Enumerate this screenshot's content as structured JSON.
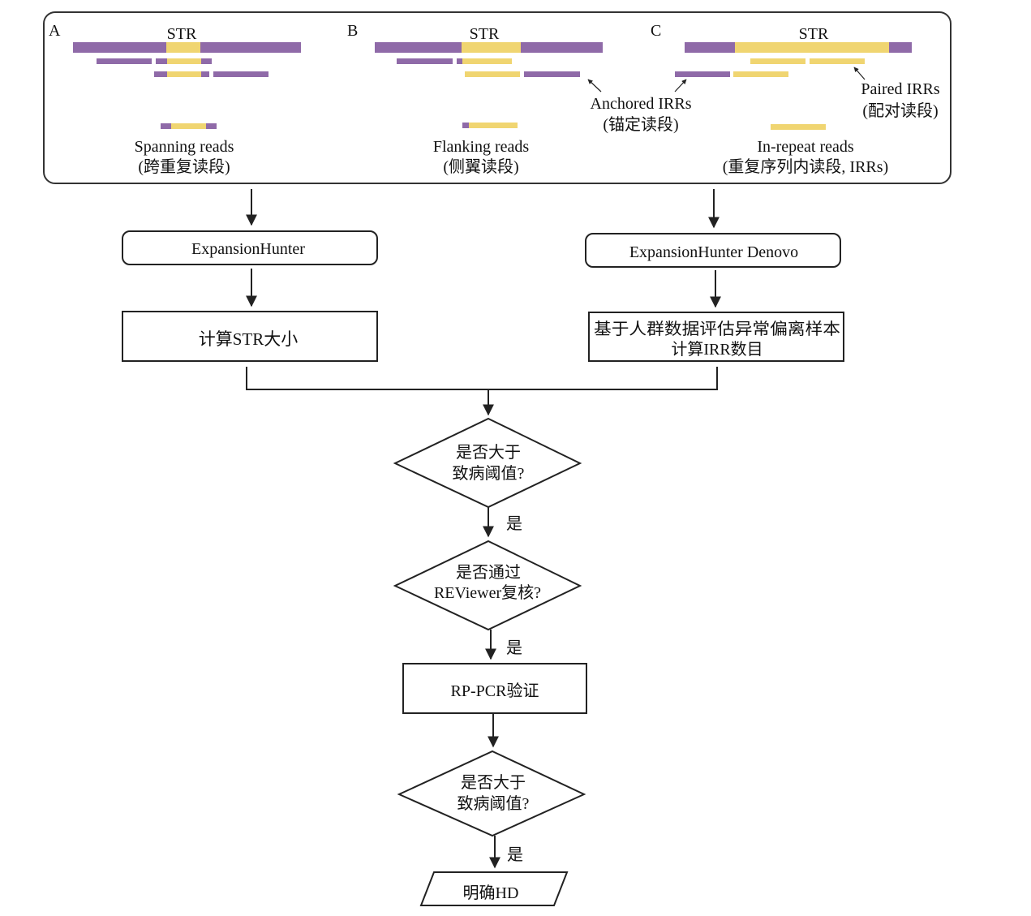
{
  "colors": {
    "flank": "#8f6aa8",
    "repeat": "#f0d571",
    "line": "#222222"
  },
  "panels": {
    "a": {
      "letter": "A",
      "str": "STR",
      "caption_en": "Spanning reads",
      "caption_zh": "(跨重复读段)"
    },
    "b": {
      "letter": "B",
      "str": "STR",
      "caption_en": "Flanking reads",
      "caption_zh": "(侧翼读段)"
    },
    "c": {
      "letter": "C",
      "str": "STR",
      "caption_en": "In-repeat reads",
      "caption_zh": "(重复序列内读段, IRRs)"
    },
    "anchored_en": "Anchored IRRs",
    "anchored_zh": "(锚定读段)",
    "paired_en": "Paired IRRs",
    "paired_zh": "(配对读段)"
  },
  "flow": {
    "tool_left": "ExpansionHunter",
    "tool_right": "ExpansionHunter Denovo",
    "calc_left": "计算STR大小",
    "calc_right_line1": "基于人群数据评估异常偏离样本",
    "calc_right_line2": "计算IRR数目",
    "decision1_line1": "是否大于",
    "decision1_line2": "致病阈值?",
    "yes1": "是",
    "decision2_line1": "是否通过",
    "decision2_line2": "REViewer复核?",
    "yes2": "是",
    "verify": "RP-PCR验证",
    "decision3_line1": "是否大于",
    "decision3_line2": "致病阈值?",
    "yes3": "是",
    "result": "明确HD"
  }
}
